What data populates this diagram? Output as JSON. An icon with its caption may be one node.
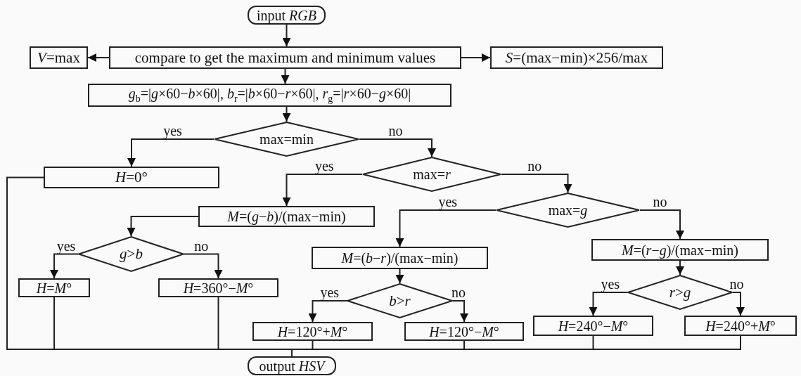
{
  "diagram": {
    "nodes": [
      {
        "text": [
          "input *RGB*"
        ]
      },
      {
        "text": [
          "compare to get the maximum and minimum values"
        ]
      },
      {
        "text": [
          "*V*=max"
        ]
      },
      {
        "text": [
          "*S*=(max−min)×256/max"
        ]
      },
      {
        "text": [
          "*g*$_{b}$=|*g*×60−*b*×60|, *b*$_{r}$=|*b*×60−*r*×60|, *r*$_{g}$=|*r*×60−*g*×60|"
        ]
      },
      {
        "text": [
          "max=min"
        ]
      },
      {
        "text": [
          "*H*=0°"
        ]
      },
      {
        "text": [
          "max=*r*"
        ]
      },
      {
        "text": [
          "*M*=(*g*−*b*)/(max−min)"
        ]
      },
      {
        "text": [
          "max=*g*"
        ]
      },
      {
        "text": [
          "*M*=(*b*−*r*)/(max−min)"
        ]
      },
      {
        "text": [
          "*M*=(*r*−*g*)/(max−min)"
        ]
      },
      {
        "text": [
          "*g*>*b*"
        ]
      },
      {
        "text": [
          "*H*=*M*°"
        ]
      },
      {
        "text": [
          "*H*=360°−*M*°"
        ]
      },
      {
        "text": [
          "*b*>*r*"
        ]
      },
      {
        "text": [
          "*r*>*g*"
        ]
      },
      {
        "text": [
          "*H*=120°+*M*°"
        ]
      },
      {
        "text": [
          "*H*=120°−*M*°"
        ]
      },
      {
        "text": [
          "*H*=240°−*M*°"
        ]
      },
      {
        "text": [
          "*H*=240°+*M*°"
        ]
      },
      {
        "text": [
          "output *HSV*"
        ]
      }
    ],
    "edges": [
      {
        "from": 0,
        "to": 1,
        "arrow": "to"
      },
      {
        "from": 1,
        "to": 2,
        "arrow": "to"
      },
      {
        "from": 1,
        "to": 3,
        "arrow": "to"
      },
      {
        "from": 1,
        "to": 4,
        "arrow": "to"
      },
      {
        "from": 4,
        "to": 5,
        "arrow": "to"
      },
      {
        "from": 5,
        "to": 6,
        "arrow": "to",
        "label": "yes"
      },
      {
        "from": 5,
        "to": 7,
        "arrow": "to",
        "label": "no"
      },
      {
        "from": 7,
        "to": 8,
        "arrow": "to",
        "label": "yes"
      },
      {
        "from": 7,
        "to": 9,
        "arrow": "to",
        "label": "no"
      },
      {
        "from": 9,
        "to": 10,
        "arrow": "to",
        "label": "yes"
      },
      {
        "from": 9,
        "to": 11,
        "arrow": "to",
        "label": "no"
      },
      {
        "from": 8,
        "to": 12,
        "arrow": "to"
      },
      {
        "from": 12,
        "to": 13,
        "arrow": "to",
        "label": "yes"
      },
      {
        "from": 12,
        "to": 14,
        "arrow": "to",
        "label": "no"
      },
      {
        "from": 10,
        "to": 15,
        "arrow": "to"
      },
      {
        "from": 15,
        "to": 17,
        "arrow": "to",
        "label": "yes"
      },
      {
        "from": 15,
        "to": 18,
        "arrow": "to",
        "label": "no"
      },
      {
        "from": 11,
        "to": 16,
        "arrow": "to"
      },
      {
        "from": 16,
        "to": 19,
        "arrow": "to",
        "label": "yes"
      },
      {
        "from": 16,
        "to": 20,
        "arrow": "to",
        "label": "no"
      },
      {
        "from": 6,
        "to": 21,
        "arrow": "none"
      },
      {
        "from": 13,
        "to": 21,
        "arrow": "none"
      },
      {
        "from": 14,
        "to": 21,
        "arrow": "none"
      },
      {
        "from": 17,
        "to": 21,
        "arrow": "none"
      },
      {
        "from": 18,
        "to": 21,
        "arrow": "none"
      },
      {
        "from": 19,
        "to": 21,
        "arrow": "none"
      },
      {
        "from": 20,
        "to": 21,
        "arrow": "none"
      }
    ]
  }
}
